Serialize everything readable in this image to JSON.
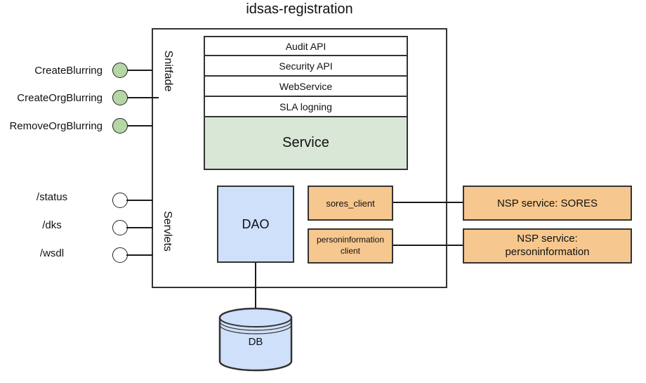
{
  "title": "idsas-registration",
  "sections": {
    "interfaces_label": "Snitfade",
    "servlets_label": "Servlets"
  },
  "api_stack": {
    "layers": [
      "Audit API",
      "Security API",
      "WebService",
      "SLA logning"
    ],
    "service_label": "Service"
  },
  "endpoints": {
    "operations": [
      "CreateBlurring",
      "CreateOrgBlurring",
      "RemoveOrgBlurring"
    ],
    "servlets": [
      "/status",
      "/dks",
      "/wsdl"
    ]
  },
  "components": {
    "dao_label": "DAO",
    "db_label": "DB",
    "sores_client_label": "sores_client",
    "personinformation_client_line1": "personinformation",
    "personinformation_client_line2": "client"
  },
  "external": {
    "sores_label": "NSP service: SORES",
    "personinformation_line1": "NSP service:",
    "personinformation_line2": "personinformation"
  },
  "colors": {
    "service_green": "#d9e7d6",
    "endpoint_green": "#b5d6a5",
    "component_blue": "#cfe0fa",
    "client_orange": "#f6c78e",
    "border_dark": "#333333"
  }
}
